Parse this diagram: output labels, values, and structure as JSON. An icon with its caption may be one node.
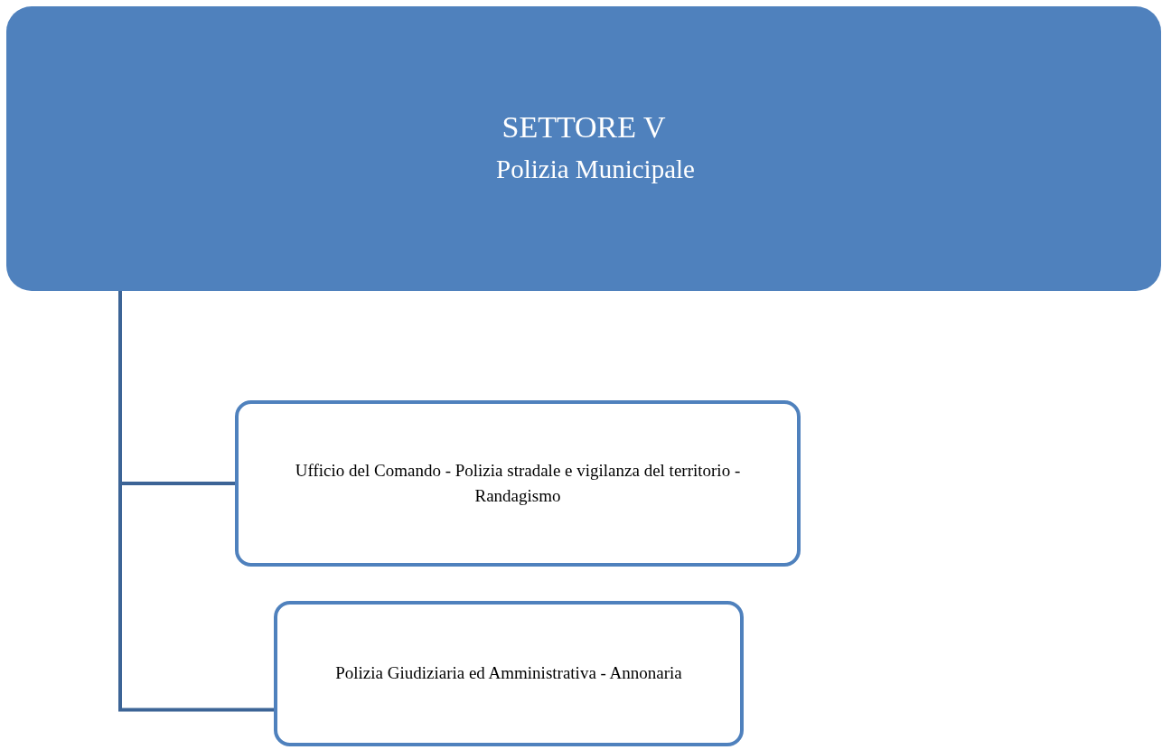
{
  "diagram": {
    "nodes": [
      {
        "text": [
          "SETTORE V",
          "Polizia Municipale"
        ]
      },
      {
        "text": [
          "Ufficio del Comando - Polizia stradale e vigilanza del territorio - Randagismo"
        ]
      },
      {
        "text": [
          "Polizia Giudiziaria ed Amministrativa - Annonaria"
        ]
      }
    ],
    "edges": [
      {
        "from": 0,
        "to": 1,
        "arrow": "none"
      },
      {
        "from": 0,
        "to": 2,
        "arrow": "none"
      }
    ]
  }
}
